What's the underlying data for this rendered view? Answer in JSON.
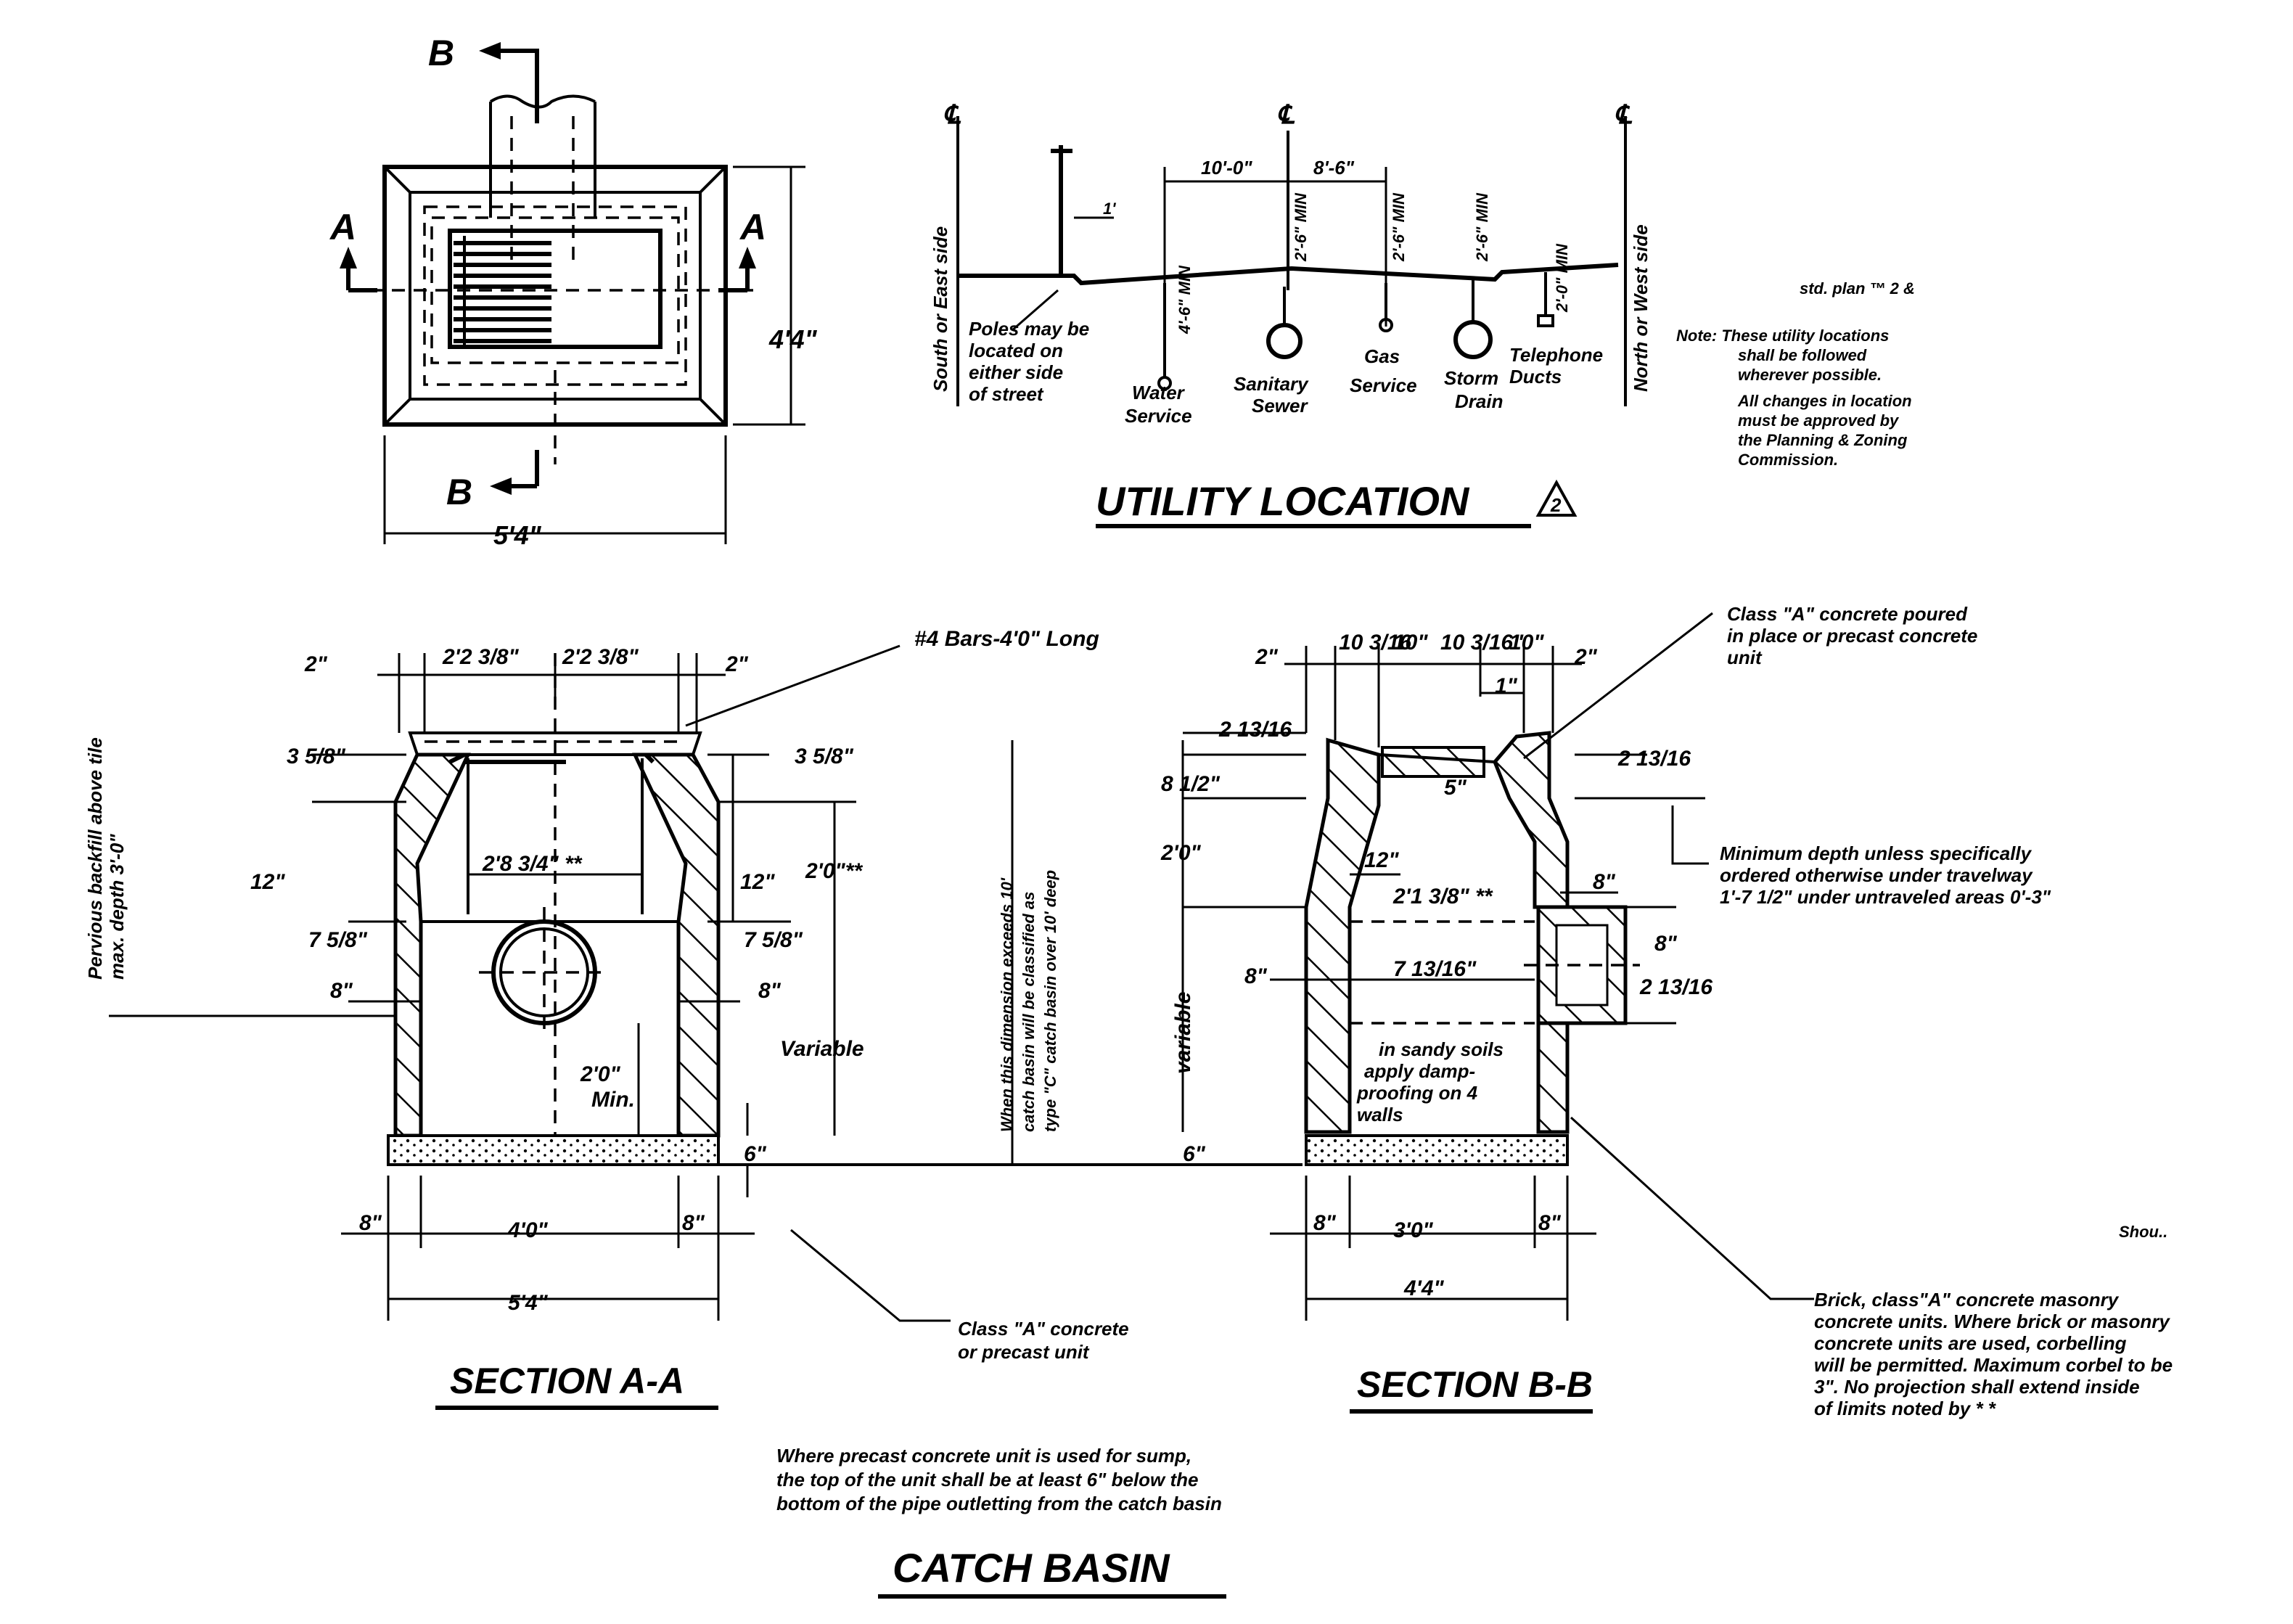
{
  "plan": {
    "section_b": "B",
    "section_a": "A",
    "dim_width": "5'4\"",
    "dim_height": "4'4\""
  },
  "utility": {
    "title": "UTILITY LOCATION",
    "rev": "2",
    "south_east": "South or East side",
    "north_west": "North or West side",
    "cl": "℄",
    "dim_10_0": "10'-0\"",
    "dim_8_6": "8'-6\"",
    "dim_1ft": "1'",
    "min_4_6": "4'-6\" MIN",
    "min_2_6a": "2'-6\" MIN",
    "min_2_6b": "2'-6\" MIN",
    "min_2_6c": "2'-6\" MIN",
    "min_2_0": "2'-0\" MIN",
    "poles_note": [
      "Poles may be",
      "located on",
      "either side",
      "of street"
    ],
    "water": [
      "Water",
      "Service"
    ],
    "sanitary": [
      "Sanitary",
      "Sewer"
    ],
    "gas": [
      "Gas",
      "Service"
    ],
    "storm": [
      "Storm",
      "Drain"
    ],
    "telephone": [
      "Telephone",
      "Ducts"
    ],
    "std_plan": "std. plan ™ 2 & ",
    "note": [
      "Note:  These utility locations",
      "shall be followed",
      "wherever possible.",
      "All changes in location",
      "must be approved by",
      "the Planning & Zoning",
      "Commission."
    ]
  },
  "section_aa": {
    "title": "SECTION A-A",
    "d_2a": "2\"",
    "d_2b": "2\"",
    "d_top_l": "2'2 3/8\"",
    "d_top_r": "2'2 3/8\"",
    "bars": "#4 Bars-4'0\" Long",
    "d_358_l": "3 5/8\"",
    "d_358_r": "3 5/8\"",
    "d_12_l": "12\"",
    "d_12_r": "12\"",
    "d_inner": "2'8 3/4\" **",
    "d_2_0": "2'0\"**",
    "d_758_l": "7 5/8\"",
    "d_758_r": "7 5/8\"",
    "d_8_l": "8\"",
    "d_8_r": "8\"",
    "min": "2'0\"",
    "min2": "Min.",
    "variable": "Variable",
    "d_6": "6\"",
    "d_8_bl": "8\"",
    "d_8_br": "8\"",
    "d_4_0": "4'0\"",
    "d_5_4": "5'4\"",
    "pervious": "Pervious backfill above tile",
    "pervious2": "max. depth 3'-0\"",
    "classA": [
      "Class \"A\" concrete",
      "or precast unit"
    ],
    "when_note": [
      "When this dimension exceeds 10'",
      "catch basin will be classified as",
      "type \"C\" catch basin over 10' deep"
    ]
  },
  "section_bb": {
    "title": "SECTION B-B",
    "d_2l": "2\"",
    "d_10_316a": "10 3/16",
    "d_10a": "10\"",
    "d_10_316b": "10 3/16\"",
    "d_10b": "10\"",
    "d_2r": "2\"",
    "d_1": "1\"",
    "d_2_1316": "2 13/16",
    "d_812": "8 1/2\"",
    "d_5": "5\"",
    "d_2_0": "2'0\"",
    "d_12": "12\"",
    "d_2_1": "2'1 3/8\" **",
    "d_8m": "8\"",
    "d_7": "7 13/16\"",
    "d_8_r1": "8\"",
    "d_8_r2": "8\"",
    "d_2_1316r": "2 13/16",
    "d_2_1516": "2 13/16",
    "variable": "variable",
    "d_6": "6\"",
    "d_8_bl": "8\"",
    "d_3_0": "3'0\"",
    "d_8_br": "8\"",
    "d_4_4": "4'4\"",
    "sandy": [
      "in sandy soils",
      "apply damp-",
      "proofing on 4",
      "walls"
    ],
    "classA_top": [
      "Class \"A\" concrete poured",
      "in place or precast concrete",
      "unit"
    ],
    "min_depth": [
      "Minimum depth unless specifically",
      "ordered otherwise under travelway",
      "1'-7 1/2\" under untraveled areas 0'-3\""
    ],
    "brick": [
      "Brick, class\"A\" concrete masonry",
      "concrete units. Where brick or masonry",
      "concrete units are used, corbelling",
      "will be permitted. Maximum corbel to be",
      "3\". No projection shall extend inside",
      "of limits noted by * *"
    ],
    "should": "Shou.."
  },
  "bottom": {
    "precast": [
      "Where precast concrete unit is used for sump,",
      "the top of the unit shall be at least 6\" below the",
      "bottom of the pipe outletting from the catch basin"
    ],
    "title": "CATCH BASIN"
  }
}
